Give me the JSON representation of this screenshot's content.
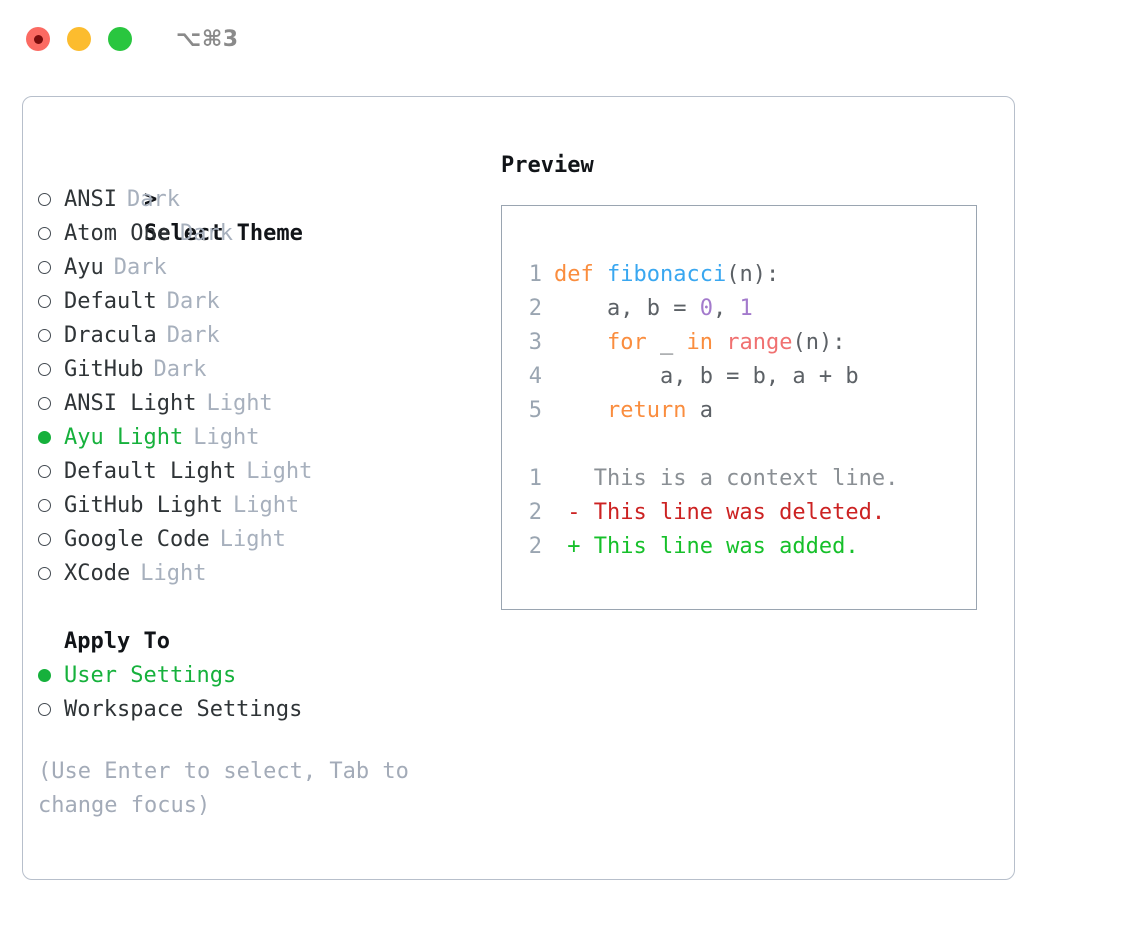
{
  "titlebar": {
    "shortcut": "⌥⌘3",
    "buttons": [
      {
        "name": "close",
        "color": "#fb6a62"
      },
      {
        "name": "minimize",
        "color": "#fcbc2e"
      },
      {
        "name": "maximize",
        "color": "#29c63f"
      }
    ]
  },
  "theme_list": {
    "prompt_marker": ">",
    "title": "Select Theme",
    "unselected_marker": "○",
    "selected_marker": "●",
    "items": [
      {
        "label": "ANSI",
        "kind": "Dark",
        "selected": false
      },
      {
        "label": "Atom One",
        "kind": "Dark",
        "selected": false
      },
      {
        "label": "Ayu",
        "kind": "Dark",
        "selected": false
      },
      {
        "label": "Default",
        "kind": "Dark",
        "selected": false
      },
      {
        "label": "Dracula",
        "kind": "Dark",
        "selected": false
      },
      {
        "label": "GitHub",
        "kind": "Dark",
        "selected": false
      },
      {
        "label": "ANSI Light",
        "kind": "Light",
        "selected": false
      },
      {
        "label": "Ayu Light",
        "kind": "Light",
        "selected": true
      },
      {
        "label": "Default Light",
        "kind": "Light",
        "selected": false
      },
      {
        "label": "GitHub Light",
        "kind": "Light",
        "selected": false
      },
      {
        "label": "Google Code",
        "kind": "Light",
        "selected": false
      },
      {
        "label": "XCode",
        "kind": "Light",
        "selected": false
      }
    ]
  },
  "apply_to": {
    "title": "Apply To",
    "items": [
      {
        "label": "User Settings",
        "selected": true
      },
      {
        "label": "Workspace Settings",
        "selected": false
      }
    ]
  },
  "hint": "(Use Enter to select, Tab to change focus)",
  "preview": {
    "label": "Preview",
    "code_lines": [
      {
        "num": "1",
        "tokens": [
          {
            "t": "def ",
            "c": "kw"
          },
          {
            "t": "fibonacci",
            "c": "fn"
          },
          {
            "t": "(n):",
            "c": "pl"
          }
        ]
      },
      {
        "num": "2",
        "tokens": [
          {
            "t": "    a, b = ",
            "c": "pl"
          },
          {
            "t": "0",
            "c": "num"
          },
          {
            "t": ", ",
            "c": "pl"
          },
          {
            "t": "1",
            "c": "num"
          }
        ]
      },
      {
        "num": "3",
        "tokens": [
          {
            "t": "    ",
            "c": "pl"
          },
          {
            "t": "for",
            "c": "kw"
          },
          {
            "t": " _ ",
            "c": "pl"
          },
          {
            "t": "in",
            "c": "kw"
          },
          {
            "t": " ",
            "c": "pl"
          },
          {
            "t": "range",
            "c": "call"
          },
          {
            "t": "(n):",
            "c": "pl"
          }
        ]
      },
      {
        "num": "4",
        "tokens": [
          {
            "t": "        a, b = b, a + b",
            "c": "pl"
          }
        ]
      },
      {
        "num": "5",
        "tokens": [
          {
            "t": "    ",
            "c": "pl"
          },
          {
            "t": "return",
            "c": "kw"
          },
          {
            "t": " a",
            "c": "pl"
          }
        ]
      }
    ],
    "diff_lines": [
      {
        "num": "1",
        "sign": " ",
        "text": " This is a context line.",
        "kind": "ctx"
      },
      {
        "num": "2",
        "sign": "-",
        "text": " This line was deleted.",
        "kind": "del"
      },
      {
        "num": "2",
        "sign": "+",
        "text": " This line was added.",
        "kind": "add"
      }
    ]
  },
  "colors": {
    "accent_green": "#16b13c",
    "muted": "#a7b0bd",
    "keyword": "#fa8d3e",
    "function": "#39a7f0",
    "number": "#a37acc",
    "call": "#f07171",
    "diff_delete": "#cc2222",
    "diff_add": "#16c02a",
    "border": "#9aa5b1"
  }
}
